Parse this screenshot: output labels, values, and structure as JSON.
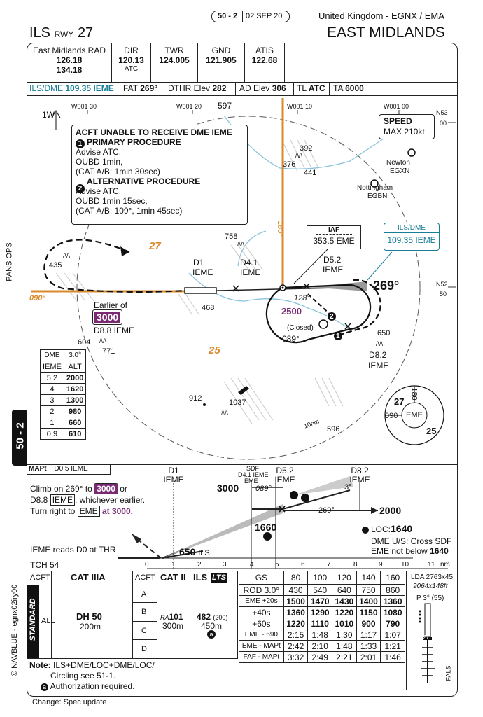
{
  "header": {
    "chart_code": "50 - 2",
    "date": "02 SEP 20",
    "country": "United Kingdom - EGNX / EMA",
    "approach": "ILS",
    "rwy_label": "RWY",
    "rwy_number": "27",
    "airport": "EAST MIDLANDS",
    "side_tab": "50 - 2",
    "pans_ops": "PANS OPS",
    "copyright": "© NAVBLUE - egnx02iry00",
    "change": "Change: Spec update"
  },
  "comms": [
    {
      "label": "East Midlands RAD",
      "lines": [
        "126.18",
        "134.18"
      ]
    },
    {
      "label": "DIR",
      "lines": [
        "120.13",
        "ATC"
      ]
    },
    {
      "label": "TWR",
      "lines": [
        "124.005"
      ]
    },
    {
      "label": "GND",
      "lines": [
        "121.905"
      ]
    },
    {
      "label": "ATIS",
      "lines": [
        "122.68"
      ]
    }
  ],
  "info_row": {
    "ils_label": "ILS/DME",
    "ils_freq": "109.35 IEME",
    "fat_label": "FAT",
    "fat_value": "269°",
    "dthr_label": "DTHR Elev",
    "dthr_value": "282",
    "ad_label": "AD Elev",
    "ad_value": "306",
    "tl_label": "TL",
    "tl_value": "ATC",
    "ta_label": "TA",
    "ta_value": "6000"
  },
  "plan": {
    "grid_w0130": "W001 30",
    "grid_w0120": "W001 20",
    "grid_w0110": "W001 10",
    "grid_w0100": "W001 00",
    "n53": "N53",
    "n53_00": "00",
    "n52": "N52",
    "n52_50": "50",
    "var": "1W",
    "dme_note": {
      "title": "ACFT UNABLE TO RECEIVE DME IEME",
      "p1_num": "1",
      "p1_title": "PRIMARY PROCEDURE",
      "p1_l1": "Advise ATC.",
      "p1_l2": "OUBD 1min,",
      "p1_l3": "(CAT A/B: 1min 30sec)",
      "p2_num": "2",
      "p2_title": "ALTERNATIVE PROCEDURE",
      "p2_l1": "Advise ATC.",
      "p2_l2": "OUBD 1min 15sec,",
      "p2_l3": "(CAT A/B: 109°, 1min 45sec)"
    },
    "speed_title": "SPEED",
    "speed_value": "MAX 210kt",
    "iaf_title": "IAF",
    "iaf_value": "353.5 EME",
    "ilsdme_title": "ILS/DME",
    "ilsdme_value": "109.35 IEME",
    "newton": "Newton",
    "newton_code": "EGXN",
    "nottingham": "Nottingham",
    "nottingham_code": "EGBN",
    "elev_597": "597",
    "elev_392": "392",
    "elev_376": "376",
    "elev_441": "441",
    "elev_758": "758",
    "elev_435": "435",
    "elev_468": "468",
    "elev_604": "604",
    "elev_771": "771",
    "elev_650": "650",
    "elev_912": "912",
    "elev_1037": "1037",
    "elev_596": "596",
    "msa_27": "27",
    "msa_25": "25",
    "radial_180": "180°",
    "crs_090": "090°",
    "crs_269": "269°",
    "crs_128": "128°",
    "crs_089": "089°",
    "closed": "(Closed)",
    "alt_2500": "2500",
    "d1": "D1",
    "d1_ieme": "IEME",
    "d41": "D4.1",
    "d41_ieme": "IEME",
    "d52": "D5.2",
    "d52_ieme": "IEME",
    "d82": "D8.2",
    "d82_ieme": "IEME",
    "earlier_of": "Earlier of",
    "alt_3000": "3000",
    "d88_ieme": "D8.8 IEME",
    "ring_10nm": "10nm",
    "marker_1": "1",
    "marker_2": "2",
    "msa_180": "180",
    "msa_090": "090",
    "msa_eme": "EME",
    "msa_sec_27": "27",
    "msa_sec_25": "25",
    "dme_table": {
      "h1": "DME",
      "h2": "3.0°",
      "h3": "IEME",
      "h4": "ALT",
      "rows": [
        [
          "5.2",
          "2000"
        ],
        [
          "4",
          "1620"
        ],
        [
          "3",
          "1300"
        ],
        [
          "2",
          "980"
        ],
        [
          "1",
          "660"
        ],
        [
          "0.9",
          "610"
        ]
      ]
    }
  },
  "profile": {
    "mapt": "MAPt",
    "mapt_dist": "D0.5 IEME",
    "missed_l1a": "Climb on 269° to",
    "missed_alt": "3000",
    "missed_l1b": "or",
    "missed_l2a": "D8.8",
    "missed_l2b": "IEME",
    "missed_l2c": ", whichever earlier.",
    "missed_l3a": "Turn right to",
    "missed_l3b": "EME",
    "missed_l3c": "at 3000.",
    "ieme_note": "IEME reads D0 at THR",
    "tch": "TCH 54",
    "d1": "D1",
    "d1_ieme": "IEME",
    "sdf": "SDF",
    "d41": "D4.1 IEME",
    "d41_eme": "EME",
    "d52": "D5.2",
    "d52_ieme": "IEME",
    "d82": "D8.2",
    "d82_ieme": "IEME",
    "alt_3000": "3000",
    "alt_2000": "2000",
    "alt_1660": "1660",
    "alt_650": "650",
    "ils": "ILS",
    "crs_089": "089°",
    "crs_269": "269°",
    "deg3": "3°",
    "loc_label": "LOC:",
    "loc_alt": "1640",
    "loc_note1": "DME U/S: Cross SDF",
    "loc_note2": "EME not below",
    "loc_note2_alt": "1640",
    "scale": [
      "0",
      "1",
      "2",
      "3",
      "4",
      "5",
      "6",
      "7",
      "8",
      "9",
      "10",
      "11"
    ],
    "nm": "nm"
  },
  "minima": {
    "acft": "ACFT",
    "cat3a": "CAT IIIA",
    "acft2": "ACFT",
    "cat2": "CAT II",
    "ils": "ILS",
    "lts": "LTS",
    "standard": "STANDARD",
    "all": "ALL",
    "dh": "DH 50",
    "dh_m": "200m",
    "cats": [
      "A",
      "B",
      "C",
      "D"
    ],
    "ra": "RA",
    "ra_val": "101",
    "ra_m": "300m",
    "ils_val": "482",
    "ils_paren": "(200)",
    "ils_m": "450m",
    "ils_note": "a",
    "note_label": "Note:",
    "note_text": "ILS+DME/LOC+DME/LOC/",
    "note_text2": "Circling see 51-1.",
    "note_a": "a",
    "note_a_text": "Authorization required."
  },
  "gs_table": {
    "header": [
      "GS",
      "80",
      "100",
      "120",
      "140",
      "160"
    ],
    "rows": [
      [
        "ROD 3.0°",
        "430",
        "540",
        "640",
        "750",
        "860"
      ],
      [
        "EME  +20s",
        "1500",
        "1470",
        "1430",
        "1400",
        "1360"
      ],
      [
        "+40s",
        "1360",
        "1290",
        "1220",
        "1150",
        "1080"
      ],
      [
        "+60s",
        "1220",
        "1110",
        "1010",
        "900",
        "790"
      ],
      [
        "EME - 690",
        "2:15",
        "1:48",
        "1:30",
        "1:17",
        "1:07"
      ],
      [
        "EME - MAPt",
        "2:42",
        "2:10",
        "1:48",
        "1:33",
        "1:21"
      ],
      [
        "FAF - MAPt",
        "3:32",
        "2:49",
        "2:21",
        "2:01",
        "1:46"
      ]
    ]
  },
  "runway": {
    "lda": "LDA 2763x45",
    "ft": "9064x148ft",
    "papi": "P 3° (55)",
    "rwy_num": "27",
    "fals": "FALS"
  }
}
